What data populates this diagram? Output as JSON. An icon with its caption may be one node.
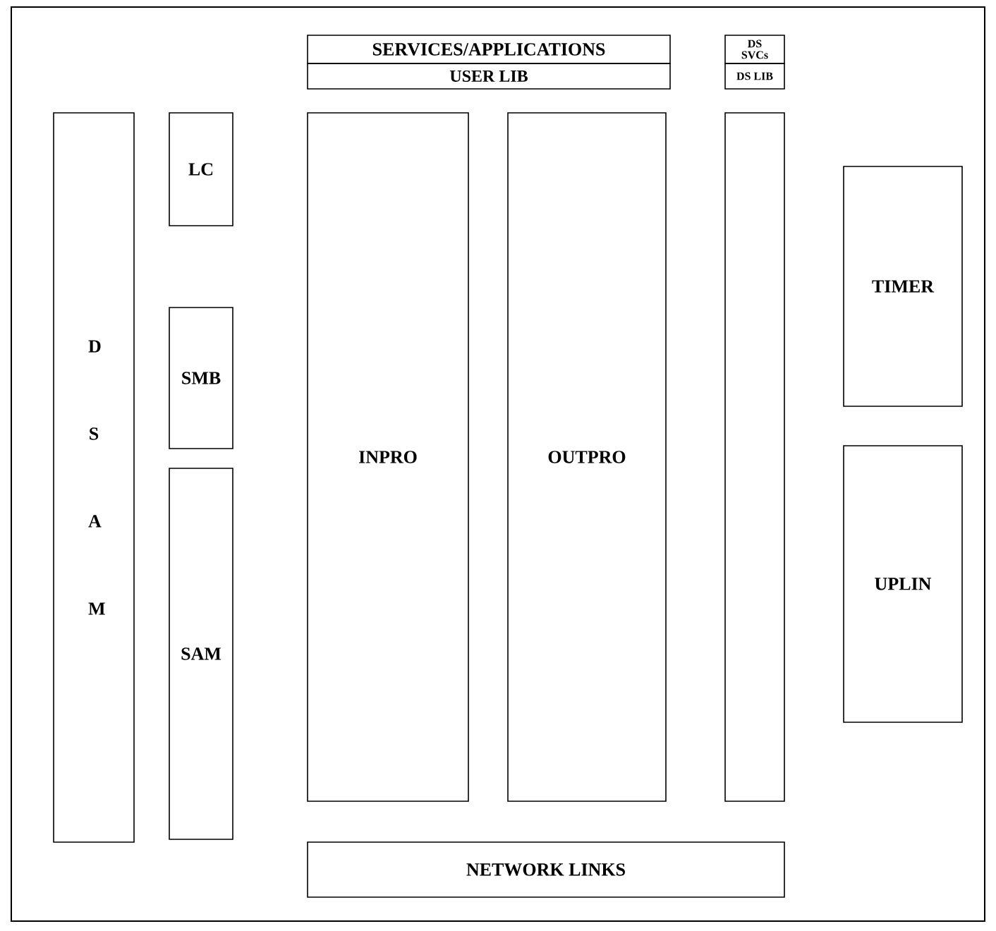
{
  "diagram": {
    "nodes": [
      {
        "text": [
          "SERVICES/APPLICATIONS"
        ]
      },
      {
        "text": [
          "USER LIB"
        ]
      },
      {
        "text": [
          "DS SVCs"
        ]
      },
      {
        "text": [
          "DS LIB"
        ]
      },
      {
        "text": [
          "D S A M"
        ]
      },
      {
        "text": [
          "LC"
        ]
      },
      {
        "text": [
          "SMB"
        ]
      },
      {
        "text": [
          "SAM"
        ]
      },
      {
        "text": [
          "INPRO"
        ]
      },
      {
        "text": [
          "OUTPRO"
        ]
      },
      {
        "text": [],
        "shape": "box"
      },
      {
        "text": [
          "TIMER"
        ]
      },
      {
        "text": [
          "UPLIN"
        ]
      },
      {
        "text": [
          "NETWORK LINKS"
        ]
      }
    ]
  }
}
